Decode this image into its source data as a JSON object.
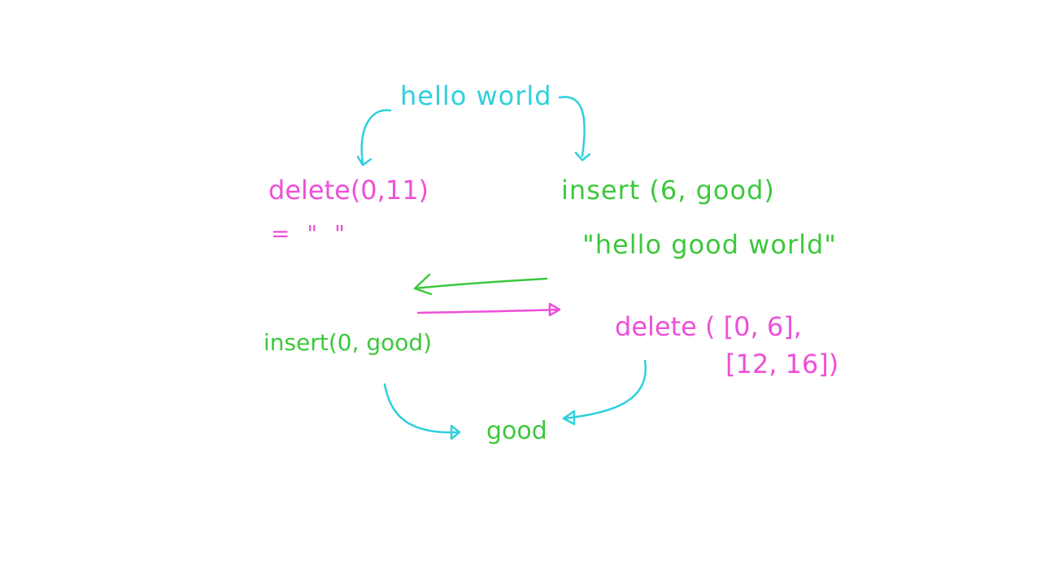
{
  "colors": {
    "cyan": "#2fd0dc",
    "green": "#3cc83c",
    "magenta": "#ee4fd8"
  },
  "nodes": {
    "top": "hello world",
    "left_op": "delete(0,11)",
    "left_result": "= \" \"",
    "right_op": "insert (6, good)",
    "right_result": "\"hello good world\"",
    "left_transformed_op": "insert(0, good)",
    "right_transformed_op_line1": "delete ( [0, 6],",
    "right_transformed_op_line2": "[12, 16])",
    "bottom": "good"
  }
}
